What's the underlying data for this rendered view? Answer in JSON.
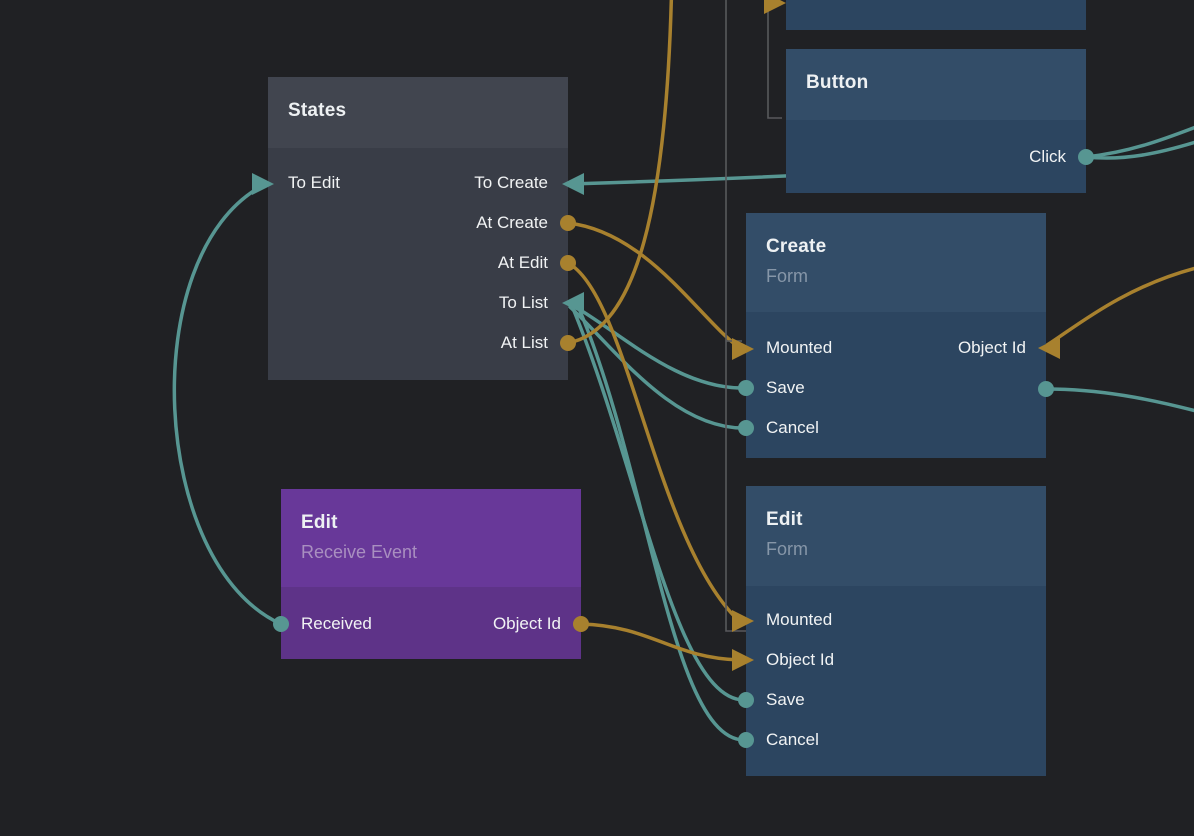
{
  "palette": {
    "background": "#202124",
    "teal": "#579692",
    "orange": "#a8812e",
    "wire_gray": "#58595c",
    "blue_node_header": "#334d68",
    "blue_node_body": "#2c4560",
    "gray_node_header": "#41454f",
    "gray_node_body": "#393d47",
    "purple_node_header": "#683899",
    "purple_node_body": "#5e3388",
    "title_text": "#eef1f3",
    "port_text": "#f1f3f4",
    "subtitle_blue": "#8696a8",
    "subtitle_purple": "#a98fc0"
  },
  "nodes": {
    "button": {
      "title": "Button",
      "ports": [
        {
          "label": "Click",
          "side": "right",
          "marker": "teal-dot"
        }
      ]
    },
    "states": {
      "title": "States",
      "ports": [
        {
          "label": "To Edit",
          "side": "left",
          "marker": "teal-arrow-in"
        },
        {
          "label": "To Create",
          "side": "right",
          "marker": "teal-arrow-in"
        },
        {
          "label": "At Create",
          "side": "right",
          "marker": "orange-dot"
        },
        {
          "label": "At Edit",
          "side": "right",
          "marker": "orange-dot"
        },
        {
          "label": "To List",
          "side": "right",
          "marker": "teal-arrow-in"
        },
        {
          "label": "At List",
          "side": "right",
          "marker": "orange-dot"
        }
      ]
    },
    "create_form": {
      "title": "Create",
      "subtitle": "Form",
      "ports": [
        {
          "label": "Mounted",
          "side": "left",
          "marker": "orange-arrow-in"
        },
        {
          "label": "Object Id",
          "side": "right",
          "marker": "orange-arrow-in"
        },
        {
          "label": "Save",
          "side": "left",
          "marker": "teal-dot"
        },
        {
          "label": "Cancel",
          "side": "left",
          "marker": "teal-dot"
        }
      ]
    },
    "edit_receive": {
      "title": "Edit",
      "subtitle": "Receive Event",
      "ports": [
        {
          "label": "Received",
          "side": "left",
          "marker": "teal-dot"
        },
        {
          "label": "Object Id",
          "side": "right",
          "marker": "orange-dot"
        }
      ]
    },
    "edit_form": {
      "title": "Edit",
      "subtitle": "Form",
      "ports": [
        {
          "label": "Mounted",
          "side": "left",
          "marker": "orange-arrow-in"
        },
        {
          "label": "Object Id",
          "side": "left",
          "marker": "orange-arrow-in"
        },
        {
          "label": "Save",
          "side": "left",
          "marker": "teal-dot"
        },
        {
          "label": "Cancel",
          "side": "left",
          "marker": "teal-dot"
        }
      ]
    }
  },
  "connections": [
    {
      "from": "Button.Click",
      "to": "States.To Create",
      "color": "teal"
    },
    {
      "from": "Button.Click",
      "to": "offscreen-right-upper",
      "color": "teal"
    },
    {
      "from": "Button.Click",
      "to": "offscreen-right-lower",
      "color": "teal"
    },
    {
      "from": "Create Form.Save",
      "to": "States.To List",
      "color": "teal"
    },
    {
      "from": "Create Form.Cancel",
      "to": "States.To List",
      "color": "teal"
    },
    {
      "from": "Edit Form.Save",
      "to": "States.To List",
      "color": "teal"
    },
    {
      "from": "Edit Form.Cancel",
      "to": "States.To List",
      "color": "teal"
    },
    {
      "from": "Edit Receive Event.Received",
      "to": "States.To Edit",
      "color": "teal"
    },
    {
      "from": "Create Form (right edge)",
      "to": "offscreen-right",
      "color": "teal"
    },
    {
      "from": "States.At Create",
      "to": "Create Form.Mounted",
      "color": "orange"
    },
    {
      "from": "States.At Edit",
      "to": "Edit Form.Mounted",
      "color": "orange"
    },
    {
      "from": "States.At List",
      "to": "offscreen-top-node",
      "color": "orange"
    },
    {
      "from": "Edit Receive Event.Object Id",
      "to": "Edit Form.Object Id",
      "color": "orange"
    },
    {
      "from": "offscreen-right",
      "to": "Create Form.Object Id",
      "color": "orange"
    }
  ]
}
